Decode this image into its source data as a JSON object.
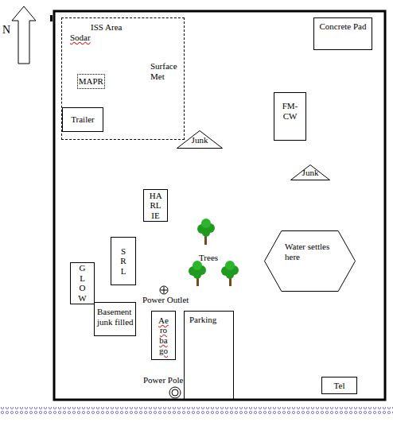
{
  "diagram": {
    "nodes": [
      {
        "text": [
          "ISS Area"
        ]
      },
      {
        "text": [
          "MAPR"
        ],
        "in": 0
      },
      {
        "text": [
          "Trailer"
        ],
        "in": 0
      },
      {
        "text": [
          "Concrete Pad"
        ]
      },
      {
        "text": [
          "FM- CW"
        ]
      },
      {
        "text": [
          "Junk"
        ]
      },
      {
        "text": [
          "Junk"
        ]
      },
      {
        "text": [
          "HA RL IE"
        ]
      },
      {
        "text": [
          "S R L"
        ]
      },
      {
        "text": [
          "Water settles here"
        ]
      },
      {
        "text": [
          "G L O W"
        ]
      },
      {
        "text": [
          "Basement junk filled"
        ]
      },
      {
        "text": [
          "Ae ro ba go"
        ]
      },
      {
        "text": [
          "Parking"
        ]
      },
      {
        "text": [
          "Tel"
        ]
      }
    ],
    "labels": [
      "N",
      "Sodar",
      "Surface Met",
      "Trees",
      "Power Outlet",
      "Power Pole"
    ]
  }
}
